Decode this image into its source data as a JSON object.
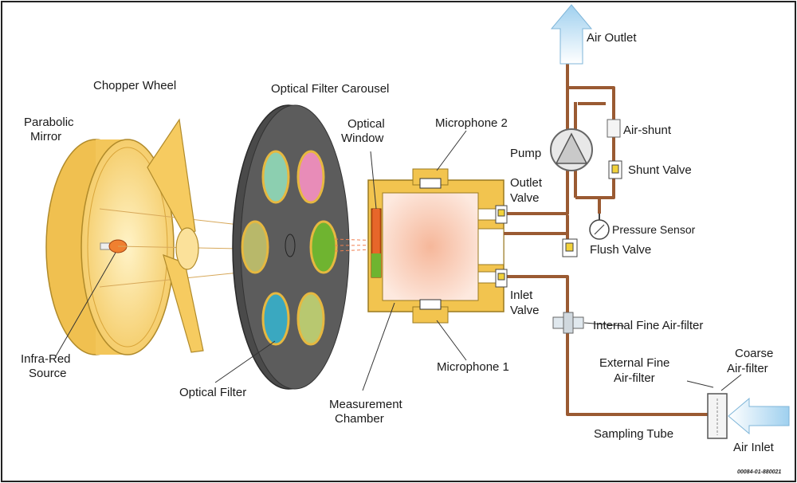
{
  "labels": {
    "parabolic_mirror_1": "Parabolic",
    "parabolic_mirror_2": "Mirror",
    "chopper_wheel": "Chopper Wheel",
    "optical_filter_carousel": "Optical Filter Carousel",
    "optical_window_1": "Optical",
    "optical_window_2": "Window",
    "microphone_2": "Microphone 2",
    "microphone_1": "Microphone 1",
    "infra_red_source_1": "Infra-Red",
    "infra_red_source_2": "Source",
    "optical_filter": "Optical Filter",
    "measurement_chamber_1": "Measurement",
    "measurement_chamber_2": "Chamber",
    "outlet_valve_1": "Outlet",
    "outlet_valve_2": "Valve",
    "inlet_valve_1": "Inlet",
    "inlet_valve_2": "Valve",
    "pump": "Pump",
    "air_outlet": "Air Outlet",
    "air_shunt": "Air-shunt",
    "shunt_valve": "Shunt Valve",
    "pressure_sensor": "Pressure Sensor",
    "flush_valve": "Flush Valve",
    "internal_fine_air_filter": "Internal Fine Air-filter",
    "external_fine_air_filter_1": "External Fine",
    "external_fine_air_filter_2": "Air-filter",
    "coarse_air_filter_1": "Coarse",
    "coarse_air_filter_2": "Air-filter",
    "sampling_tube": "Sampling Tube",
    "air_inlet": "Air Inlet",
    "figure_code": "00084-01-880021"
  },
  "colors": {
    "mirror": "#f4c860",
    "carousel": "#555555",
    "chamber_frame": "#f2c44f",
    "tube": "#9a5a32",
    "arrow": "#a8d4f0"
  }
}
